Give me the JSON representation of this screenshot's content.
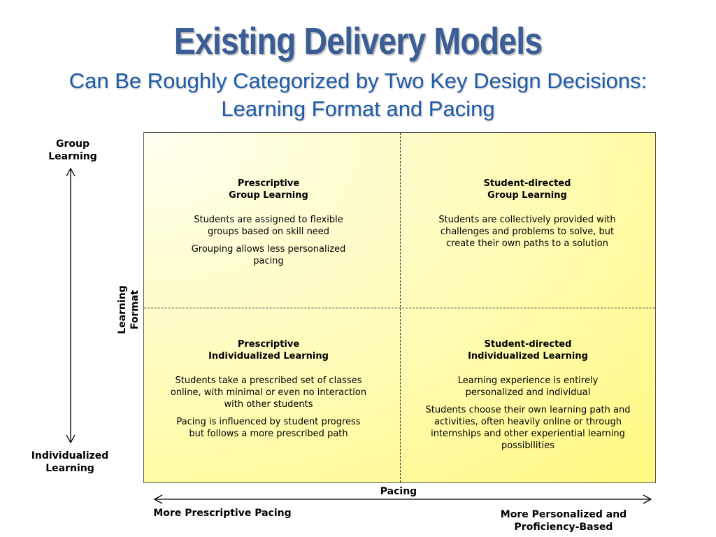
{
  "title": "Existing Delivery Models",
  "subtitle_line1": "Can Be Roughly Categorized by Two Key Design Decisions:",
  "subtitle_line2": "Learning Format and Pacing",
  "y_axis": {
    "top_label_line1": "Group",
    "top_label_line2": "Learning",
    "bottom_label_line1": "Individualized",
    "bottom_label_line2": "Learning",
    "name": "Learning Format"
  },
  "x_axis": {
    "name": "Pacing",
    "left_label": "More Prescriptive Pacing",
    "right_label_line1": "More Personalized and",
    "right_label_line2": "Proficiency-Based"
  },
  "quadrants": {
    "top_left": {
      "title_line1": "Prescriptive",
      "title_line2": "Group Learning",
      "p1": "Students are assigned to flexible groups based on skill need",
      "p2": "Grouping allows less personalized pacing"
    },
    "top_right": {
      "title_line1": "Student-directed",
      "title_line2": "Group Learning",
      "p1": "Students are collectively provided with challenges and problems to solve, but create their own paths to a solution"
    },
    "bottom_left": {
      "title_line1": "Prescriptive",
      "title_line2": "Individualized Learning",
      "p1": "Students take a prescribed set of classes online, with minimal or even no interaction with other students",
      "p2": "Pacing is influenced by student progress but follows a more prescribed path"
    },
    "bottom_right": {
      "title_line1": "Student-directed",
      "title_line2": "Individualized Learning",
      "p1": "Learning experience is entirely personalized and individual",
      "p2": "Students choose their own learning path and activities, often heavily online or through internships and other experiential learning possibilities"
    }
  },
  "colors": {
    "title": "#3a5d96",
    "subtitle": "#1f5ba8",
    "grid_fill": "#fffa80"
  }
}
